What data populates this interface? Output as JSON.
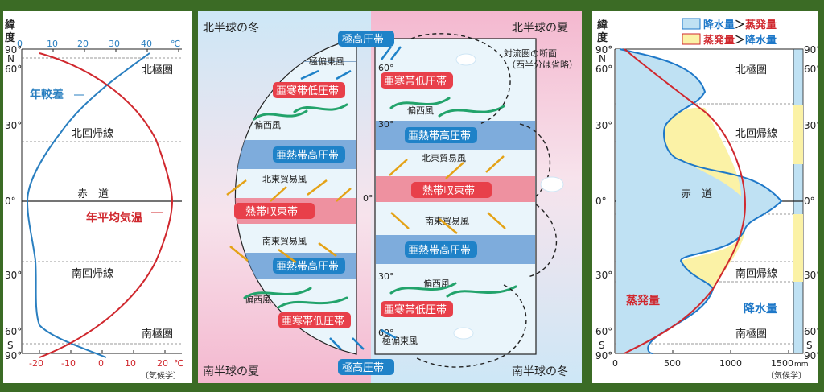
{
  "left": {
    "lat_title": "緯\n度",
    "top_axis": {
      "ticks": [
        "0",
        "10",
        "20",
        "30",
        "40"
      ],
      "unit": "℃",
      "color": "#2a7fc0"
    },
    "bottom_axis": {
      "ticks": [
        "-20",
        "-10",
        "0",
        "10",
        "20"
      ],
      "unit": "℃",
      "color": "#d0282e"
    },
    "lat_ticks": [
      "90°",
      "N",
      "60°",
      "30°",
      "0°",
      "30°",
      "60°",
      "S",
      "90°"
    ],
    "labels": {
      "arctic": "北極圏",
      "tropic_n": "北回帰線",
      "equator": "赤　道",
      "tropic_s": "南回帰線",
      "antarctic": "南極圏"
    },
    "series": {
      "annual_range": "年較差",
      "annual_mean": "年平均気温"
    },
    "source": "〔気候学〕"
  },
  "middle": {
    "corners": {
      "tl": "北半球の冬",
      "tr": "北半球の夏",
      "bl": "南半球の夏",
      "br": "南半球の冬"
    },
    "note": "対流圏の断面\n（西半分は省略）",
    "lat_ticks": [
      "60°",
      "30°",
      "0°",
      "30°",
      "60°"
    ],
    "belts": {
      "polar_high": "極高圧帯",
      "subpolar_low": "亜寒帯低圧帯",
      "subtropical_high": "亜熱帯高圧帯",
      "itcz": "熱帯収束帯"
    },
    "winds": {
      "polar_easterly": "極偏東風",
      "westerly": "偏西風",
      "ne_trade": "北東貿易風",
      "se_trade": "南東貿易風"
    }
  },
  "right": {
    "lat_title": "緯\n度",
    "legend": [
      {
        "a": "降水量",
        "b": "蒸発量",
        "sym": "＞",
        "fill": "#bfe1f3"
      },
      {
        "a": "蒸発量",
        "b": "降水量",
        "sym": "＞",
        "fill": "#fbf2a6"
      }
    ],
    "legend_colors": {
      "precip": "#1e78c8",
      "evap": "#d0282e"
    },
    "lat_ticks_left": [
      "90°",
      "60°",
      "30°",
      "0°",
      "30°",
      "60°",
      "S",
      "90°"
    ],
    "lat_ticks_right": [
      "90°",
      "60°",
      "30°",
      "0°",
      "30°",
      "60°",
      "S",
      "90°"
    ],
    "lat_extra": [
      "N"
    ],
    "labels": {
      "arctic": "北極圏",
      "tropic_n": "北回帰線",
      "equator": "赤　道",
      "tropic_s": "南回帰線",
      "antarctic": "南極圏"
    },
    "series": {
      "evap": "蒸発量",
      "precip": "降水量"
    },
    "x_ticks": [
      "0",
      "500",
      "1000",
      "1500"
    ],
    "x_unit": "mm",
    "source": "〔気候学〕"
  }
}
